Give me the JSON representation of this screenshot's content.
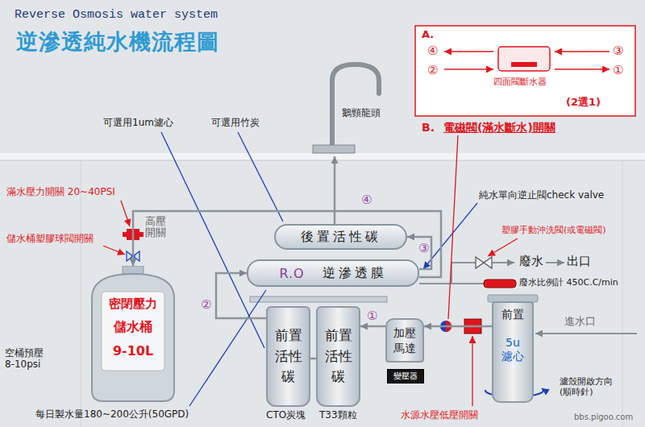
{
  "diagram": {
    "title": "逆滲透純水機流程圖",
    "nodes": [
      {
        "text": [
          "後置活性碳"
        ]
      },
      {
        "text": [
          "R.O",
          "逆滲透膜"
        ]
      },
      {
        "text": [
          "密閉壓力",
          "儲水桶",
          "9-10L"
        ]
      },
      {
        "text": [
          "前置活性碳"
        ]
      },
      {
        "text": [
          "前置活性碳"
        ]
      },
      {
        "text": [
          "前置",
          "5u濾心"
        ]
      },
      {
        "text": [
          "加壓馬達"
        ]
      },
      {
        "text": [
          "變壓器"
        ]
      }
    ],
    "edges": [
      {
        "from": 5,
        "to": 6,
        "arrow": "to"
      },
      {
        "from": 6,
        "to": 4,
        "arrow": "to"
      },
      {
        "from": 4,
        "to": 3,
        "arrow": "none"
      },
      {
        "from": 3,
        "to": 1,
        "arrow": "to"
      },
      {
        "from": 1,
        "to": 0,
        "arrow": "to"
      },
      {
        "from": 1,
        "to": 2,
        "arrow": "to"
      }
    ],
    "labels": [
      "Reverse Osmosis water system",
      "A.",
      "④",
      "③",
      "②",
      "①",
      "四面閥斷水器",
      "(2選1)",
      "B.",
      "電磁閥(滿水斷水)開關",
      "鵝頸龍頭",
      "可選用1um濾心",
      "可選用竹炭",
      "純水單向逆止閥check valve",
      "滿水壓力開關 20~40PSI",
      "④",
      "高壓開關",
      "塑膠手動沖洗閥(或電磁閥)",
      "③",
      "儲水桶塑膠球閥開關",
      "廢水",
      "出口",
      "廢水比例計 450C.C/min",
      "②",
      "①",
      "進水口",
      "空桶預壓 8-10psi",
      "濾殼開啟方向 (順時針)",
      "每日製水量180~200公升(50GPD)",
      "CTO炭塊",
      "T33顆粒",
      "水源水壓低壓開關",
      "bbs.pigoo.com"
    ]
  }
}
